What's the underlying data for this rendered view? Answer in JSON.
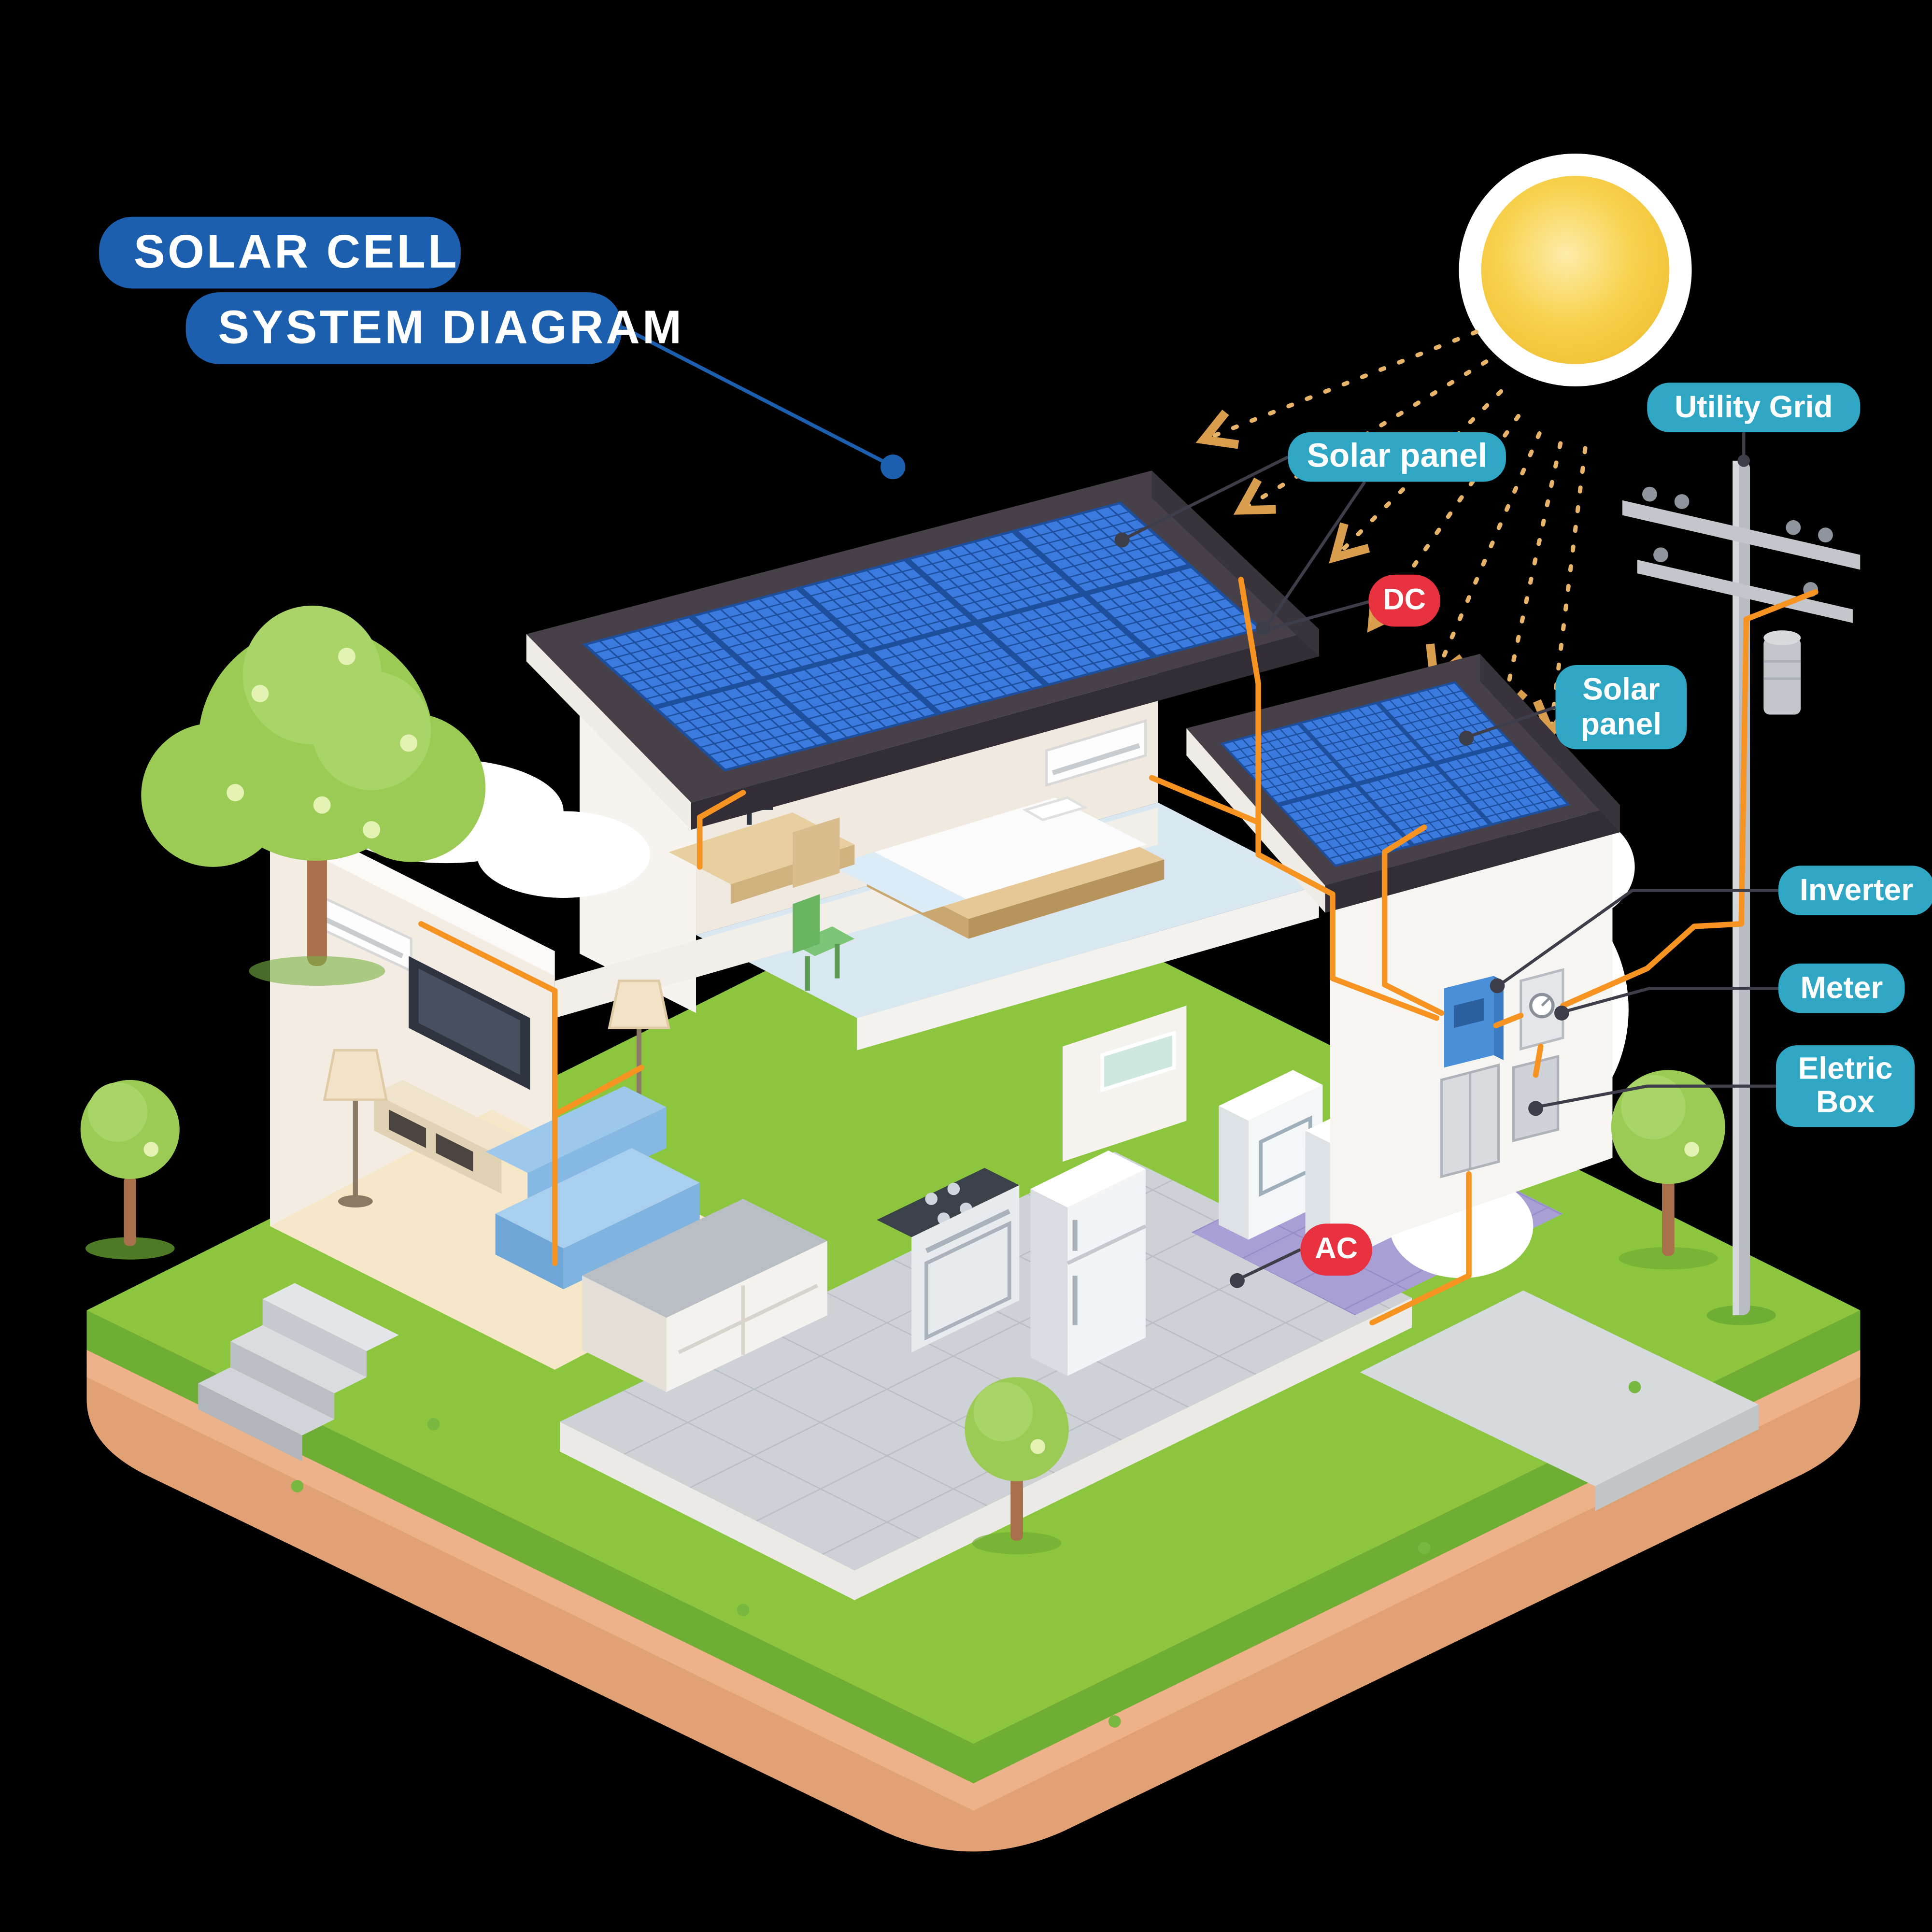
{
  "title": {
    "line1": "SOLAR CELL",
    "line2": "SYSTEM DIAGRAM"
  },
  "labels": {
    "solar_panel_main": "Solar panel",
    "solar_panel_secondary_line1": "Solar",
    "solar_panel_secondary_line2": "panel",
    "utility_grid": "Utility Grid",
    "inverter": "Inverter",
    "meter": "Meter",
    "electric_box_line1": "Eletric",
    "electric_box_line2": "Box",
    "dc_badge": "DC",
    "ac_badge": "AC"
  },
  "colors": {
    "title_badge": "#1c5fae",
    "info_label": "#2fa6c4",
    "current_badge": "#e8323f",
    "wire": "#f79321",
    "panel_blue": "#3b7ade",
    "roof": "#474049",
    "grass": "#8cc63f",
    "soil": "#e2a075",
    "sun": "#f8d24e"
  }
}
